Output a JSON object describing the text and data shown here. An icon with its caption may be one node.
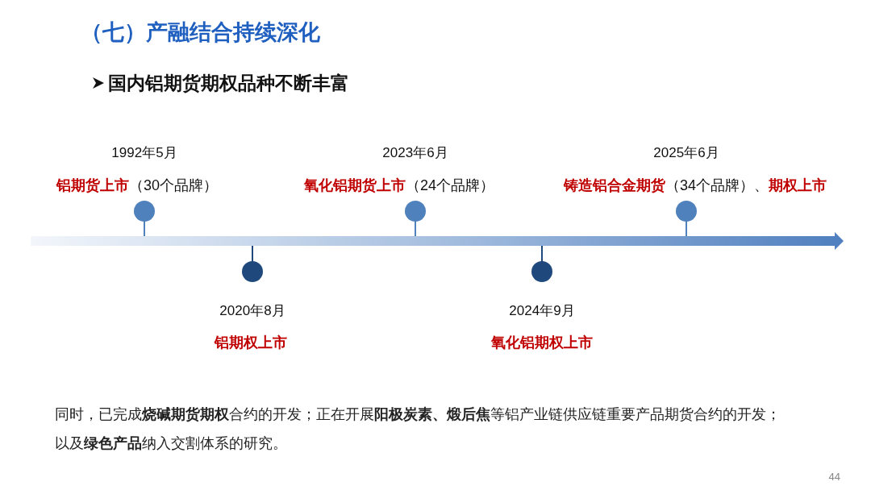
{
  "diagram": {
    "title": "（七）产融结合持续深化",
    "nodes": [
      {
        "text": [],
        "shape": "circle",
        "beside": [
          "1992年5月",
          "**铝期货上市**（30个品牌）"
        ]
      },
      {
        "text": [],
        "shape": "circle",
        "beside": [
          "2020年8月",
          "**铝期权上市**"
        ]
      },
      {
        "text": [],
        "shape": "circle",
        "beside": [
          "2023年6月",
          "**氧化铝期货上市**（24个品牌）"
        ]
      },
      {
        "text": [],
        "shape": "circle",
        "beside": [
          "2024年9月",
          "**氧化铝期权上市**"
        ]
      },
      {
        "text": [],
        "shape": "circle",
        "beside": [
          "2025年6月",
          "**铸造铝合金期货**（34个品牌）、**期权上市**"
        ]
      }
    ],
    "labels": [
      "国内铝期货期权品种不断丰富",
      "同时，已完成**烧碱期货期权**合约的开发；正在开展**阳极炭素、煅后焦**等铝产业链供应链重要产品期货合约的开发；以及**绿色产品**纳入交割体系的研究。",
      "44"
    ]
  }
}
